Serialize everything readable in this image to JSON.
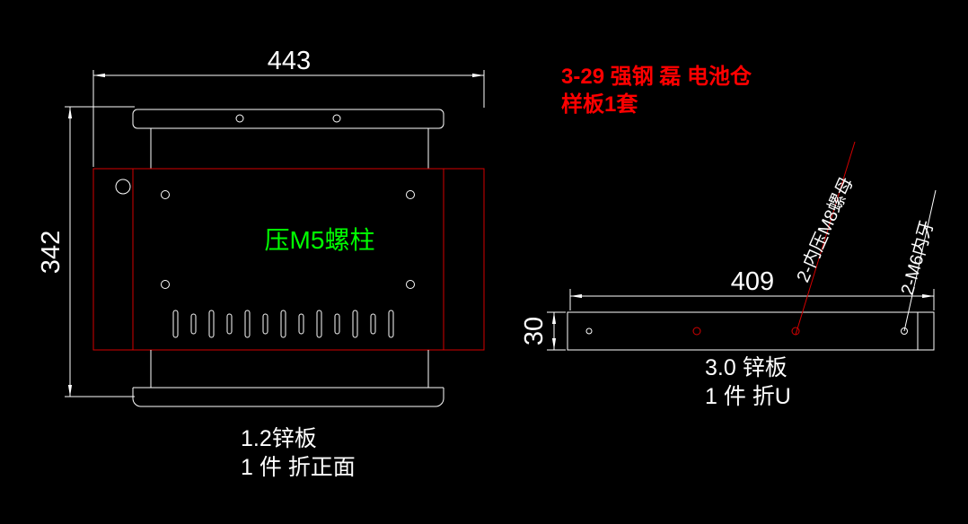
{
  "colors": {
    "background": "#000000",
    "line_white": "#ffffff",
    "line_red": "#d40000",
    "note_red": "#ff0000",
    "label_green": "#00ff00"
  },
  "note": {
    "line1": "3-29 强钢 磊 电池仓",
    "line2": "样板1套"
  },
  "left_view": {
    "dim_width": "443",
    "dim_height": "342",
    "center_label": "压M5螺柱",
    "caption_line1": "1.2锌板",
    "caption_line2": "1 件 折正面"
  },
  "right_view": {
    "dim_width": "409",
    "dim_height": "30",
    "leader_m8": "2-内压M8螺母",
    "leader_m6": "2-M6内牙",
    "caption_line1": "3.0 锌板",
    "caption_line2": "1 件 折U"
  }
}
